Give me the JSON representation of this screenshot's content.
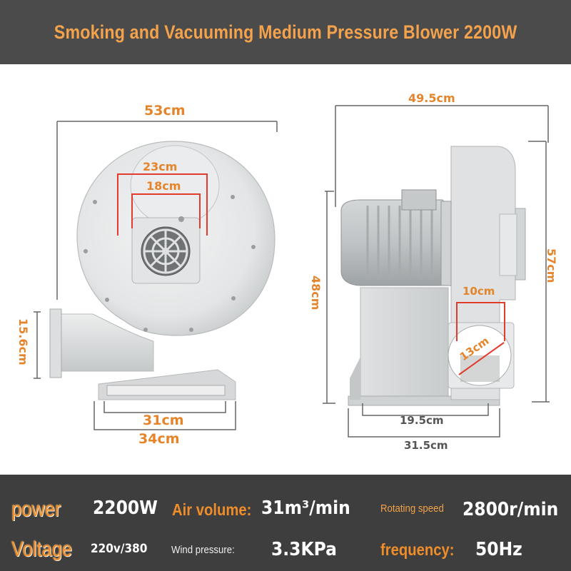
{
  "banner": {
    "title": "Smoking and Vacuuming Medium Pressure Blower 2200W",
    "color": "#f4a24c"
  },
  "front_view": {
    "width": "53cm",
    "outer_inlet": "23cm",
    "inner_inlet": "18cm",
    "outlet": "15.6cm",
    "base_inner": "31cm",
    "base_outer": "34cm"
  },
  "side_view": {
    "total_width": "49.5cm",
    "height_motor": "48cm",
    "height_total": "57cm",
    "outlet_width": "10cm",
    "outlet_diagonal": "13cm",
    "base_inner": "19.5cm",
    "base_outer": "31.5cm"
  },
  "specs": {
    "power_label": "power",
    "power_value": "2200W",
    "air_volume_label": "Air volume:",
    "air_volume_value": "31m³/min",
    "rotating_speed_label": "Rotating speed",
    "rotating_speed_value": "2800r/min",
    "voltage_label": "Voltage",
    "voltage_value": "220v/380",
    "wind_pressure_label": "Wind pressure:",
    "wind_pressure_value": "3.3KPa",
    "frequency_label": "frequency:",
    "frequency_value": "50Hz"
  },
  "colors": {
    "accent_orange": "#ef8d2a",
    "banner_bg": "#4b4b4b",
    "spec_bg": "#3e3e3e",
    "dimension_red": "#e33b2e"
  }
}
